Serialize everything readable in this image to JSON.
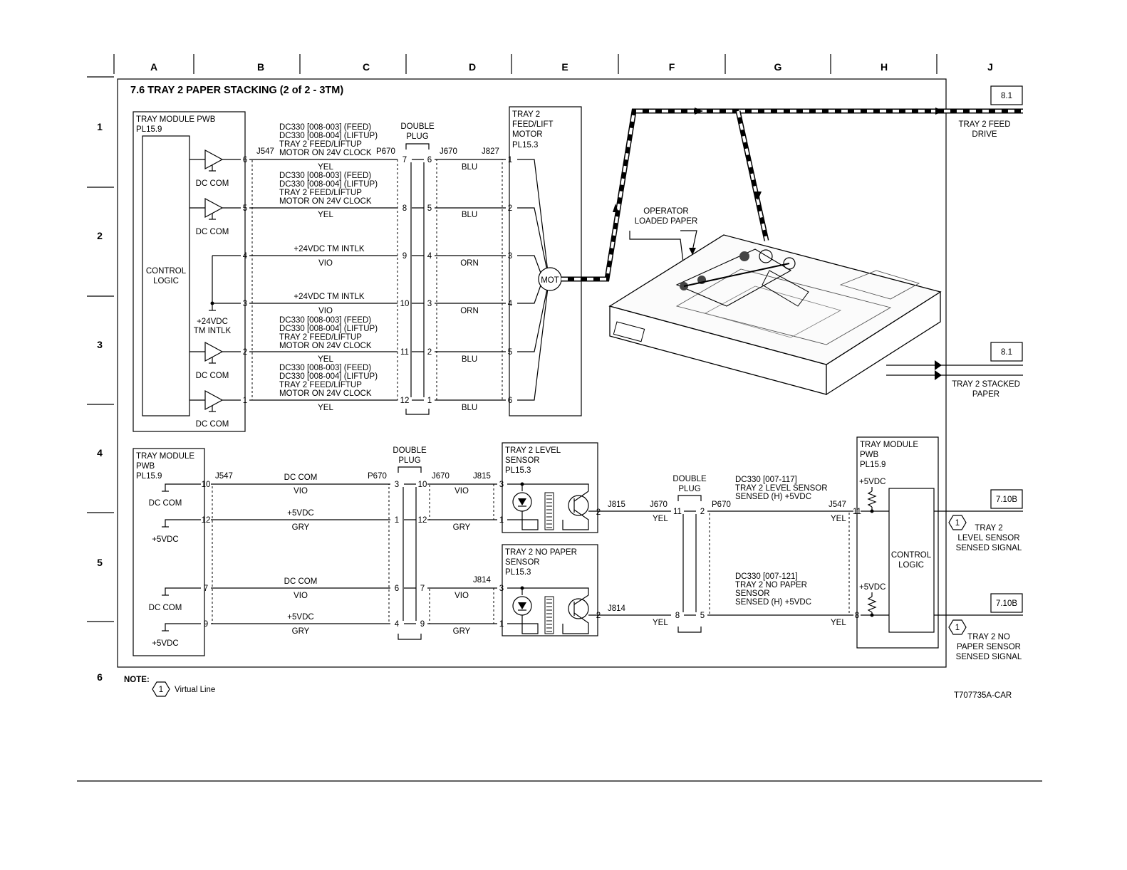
{
  "title": "7.6 TRAY 2 PAPER STACKING (2 of 2 - 3TM)",
  "columns": [
    "A",
    "B",
    "C",
    "D",
    "E",
    "F",
    "G",
    "H",
    "J"
  ],
  "rows": [
    "1",
    "2",
    "3",
    "4",
    "5",
    "6"
  ],
  "motor": {
    "pwb_label": [
      "TRAY MODULE PWB",
      "PL15.9"
    ],
    "control_logic": [
      "CONTROL",
      "LOGIC"
    ],
    "dc_com": "DC COM",
    "pwr_label": [
      "+24VDC",
      "TM INTLK"
    ],
    "pins_j547": [
      "6",
      "5",
      "4",
      "3",
      "2",
      "1"
    ],
    "conn_j547": "J547",
    "conn_p670": "P670",
    "conn_j670": "J670",
    "conn_j827": "J827",
    "double_plug": [
      "DOUBLE",
      "PLUG"
    ],
    "pins_p670": [
      "7",
      "8",
      "9",
      "10",
      "11",
      "12"
    ],
    "pins_j670": [
      "6",
      "5",
      "4",
      "3",
      "2",
      "1"
    ],
    "pins_j827": [
      "1",
      "2",
      "3",
      "4",
      "5",
      "6"
    ],
    "sig_feed": [
      "DC330 [008-003] (FEED)",
      "DC330 [008-004] (LIFTUP)",
      "TRAY 2 FEED/LIFTUP",
      "MOTOR ON 24V CLOCK"
    ],
    "sig_intlk": "+24VDC TM INTLK",
    "wire_left": [
      "YEL",
      "YEL",
      "VIO",
      "VIO",
      "YEL",
      "YEL"
    ],
    "wire_right": [
      "BLU",
      "BLU",
      "ORN",
      "ORN",
      "BLU",
      "BLU"
    ],
    "motor_box": [
      "TRAY 2",
      "FEED/LIFT",
      "MOTOR",
      "PL15.3"
    ],
    "mot": "MOT"
  },
  "flow": {
    "operator": [
      "OPERATOR",
      "LOADED PAPER"
    ],
    "ref1": "8.1",
    "ref1_label": [
      "TRAY 2 FEED",
      "DRIVE"
    ],
    "ref2": "8.1",
    "ref2_label": [
      "TRAY 2 STACKED",
      "PAPER"
    ]
  },
  "sensor": {
    "pwb_label": [
      "TRAY MODULE",
      "PWB",
      "PL15.9"
    ],
    "conn_j547": "J547",
    "conn_p670": "P670",
    "conn_j670": "J670",
    "conn_j815": "J815",
    "conn_j814": "J814",
    "double_plug": [
      "DOUBLE",
      "PLUG"
    ],
    "gnd_labels": [
      "DC COM",
      "+5VDC",
      "DC COM",
      "+5VDC"
    ],
    "pins_left": [
      "10",
      "12",
      "7",
      "9"
    ],
    "pins_mid_a": [
      "3",
      "1",
      "6",
      "4"
    ],
    "pins_mid_b": [
      "10",
      "12",
      "7",
      "9"
    ],
    "pins_sensor": [
      "3",
      "1",
      "3",
      "1"
    ],
    "sig_top": [
      "DC COM",
      "+5VDC",
      "DC COM",
      "+5VDC"
    ],
    "wire_bot_left": [
      "VIO",
      "GRY",
      "VIO",
      "GRY"
    ],
    "wire_bot_right": [
      "VIO",
      "GRY",
      "VIO",
      "GRY"
    ],
    "level_sensor": [
      "TRAY 2 LEVEL",
      "SENSOR",
      "PL15.3"
    ],
    "nopaper_sensor": [
      "TRAY 2 NO PAPER",
      "SENSOR",
      "PL15.3"
    ],
    "out_pin": "2"
  },
  "right": {
    "conn_j815": "J815",
    "conn_j814": "J814",
    "conn_j670": "J670",
    "conn_p670": "P670",
    "conn_j547": "J547",
    "double_plug": [
      "DOUBLE",
      "PLUG"
    ],
    "pins_a": [
      "11",
      "8"
    ],
    "pins_b": [
      "2",
      "5"
    ],
    "pins_c": [
      "11",
      "8"
    ],
    "yel": "YEL",
    "sig_level": [
      "DC330 [007-117]",
      "TRAY 2 LEVEL SENSOR",
      "SENSED (H) +5VDC"
    ],
    "sig_nopaper": [
      "DC330 [007-121]",
      "TRAY 2 NO PAPER",
      "SENSOR",
      "SENSED (H) +5VDC"
    ],
    "pwb_label": [
      "TRAY MODULE",
      "PWB",
      "PL15.9"
    ],
    "p5v": "+5VDC",
    "control_logic": [
      "CONTROL",
      "LOGIC"
    ],
    "ref_a": "7.10B",
    "ref_b": "7.10B",
    "virtual": "1",
    "out_a": [
      "TRAY 2",
      "LEVEL SENSOR",
      "SENSED SIGNAL"
    ],
    "out_b": [
      "TRAY 2 NO",
      "PAPER SENSOR",
      "SENSED SIGNAL"
    ]
  },
  "note": {
    "label": "NOTE:",
    "num": "1",
    "text": "Virtual Line"
  },
  "drawing_id": "T707735A-CAR"
}
